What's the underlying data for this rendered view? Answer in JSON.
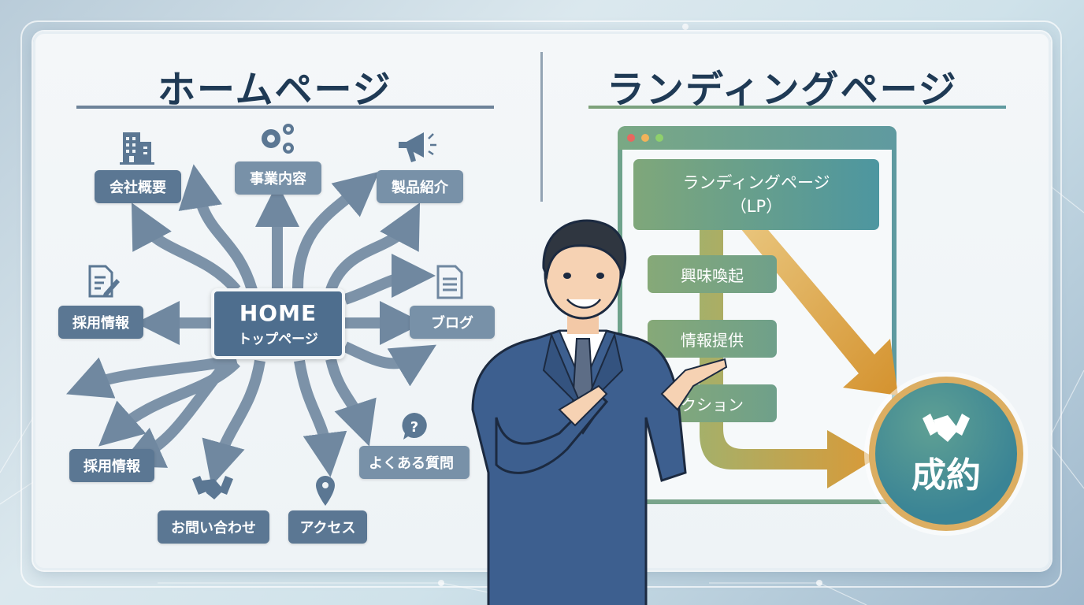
{
  "homepage": {
    "title": "ホームページ",
    "center": {
      "line1": "HOME",
      "line2": "トップページ"
    },
    "nodes": [
      {
        "label": "会社概要",
        "icon": "building-icon"
      },
      {
        "label": "事業内容",
        "icon": "gears-icon"
      },
      {
        "label": "製品紹介",
        "icon": "megaphone-icon"
      },
      {
        "label": "採用情報",
        "icon": "document-edit-icon"
      },
      {
        "label": "ブログ",
        "icon": "document-icon"
      },
      {
        "label": "採用情報",
        "icon": ""
      },
      {
        "label": "お問い合わせ",
        "icon": "handshake-icon"
      },
      {
        "label": "アクセス",
        "icon": "map-pin-icon"
      },
      {
        "label": "よくある質問",
        "icon": "question-bubble-icon"
      }
    ]
  },
  "landing_page": {
    "title": "ランディングページ",
    "browser_dots": [
      "#e8675f",
      "#f2b35a",
      "#8fd06c"
    ],
    "header": {
      "line1": "ランディングページ",
      "line2": "（LP）"
    },
    "steps": [
      "興味喚起",
      "情報提供",
      "クション"
    ],
    "goal": {
      "label": "成約",
      "icon": "handshake-icon"
    }
  },
  "colors": {
    "node": "#5b7793",
    "home": "#4e6e8e",
    "title": "#1f3a55",
    "arrow_gold": "#d9a043",
    "lp_green": "#7fa77a",
    "lp_teal": "#4d96a0"
  }
}
